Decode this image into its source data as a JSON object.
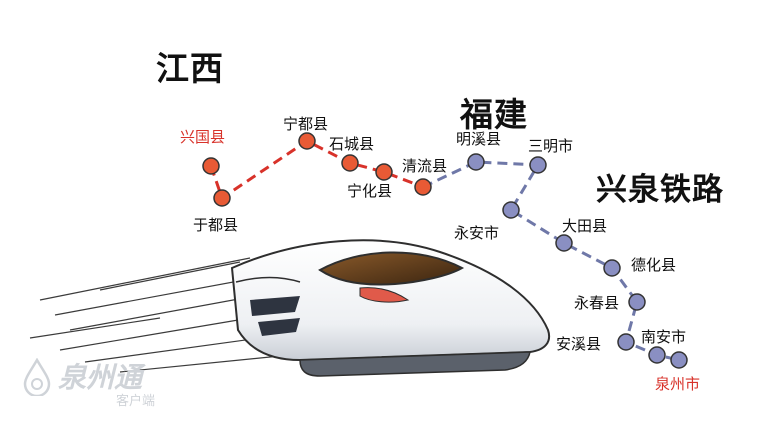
{
  "map": {
    "regions": {
      "jiangxi": "江西",
      "fujian": "福建"
    },
    "route_title": "兴泉铁路",
    "colors": {
      "jiangxi_station": "#e85a35",
      "jiangxi_line": "#d8322a",
      "fujian_station": "#8a8fc2",
      "fujian_line": "#6f78a8",
      "endpoint_label": "#d8322a"
    },
    "stations": {
      "xingguo": "兴国县",
      "yudu": "于都县",
      "ningdu": "宁都县",
      "shicheng": "石城县",
      "ninghua": "宁化县",
      "qingliu": "清流县",
      "mingxi": "明溪县",
      "sanming": "三明市",
      "yongan": "永安市",
      "datian": "大田县",
      "dehua": "德化县",
      "yongchun": "永春县",
      "anxi": "安溪县",
      "nanan": "南安市",
      "quanzhou": "泉州市"
    }
  },
  "watermark": {
    "logo": "泉州通",
    "sub": "客户端"
  }
}
